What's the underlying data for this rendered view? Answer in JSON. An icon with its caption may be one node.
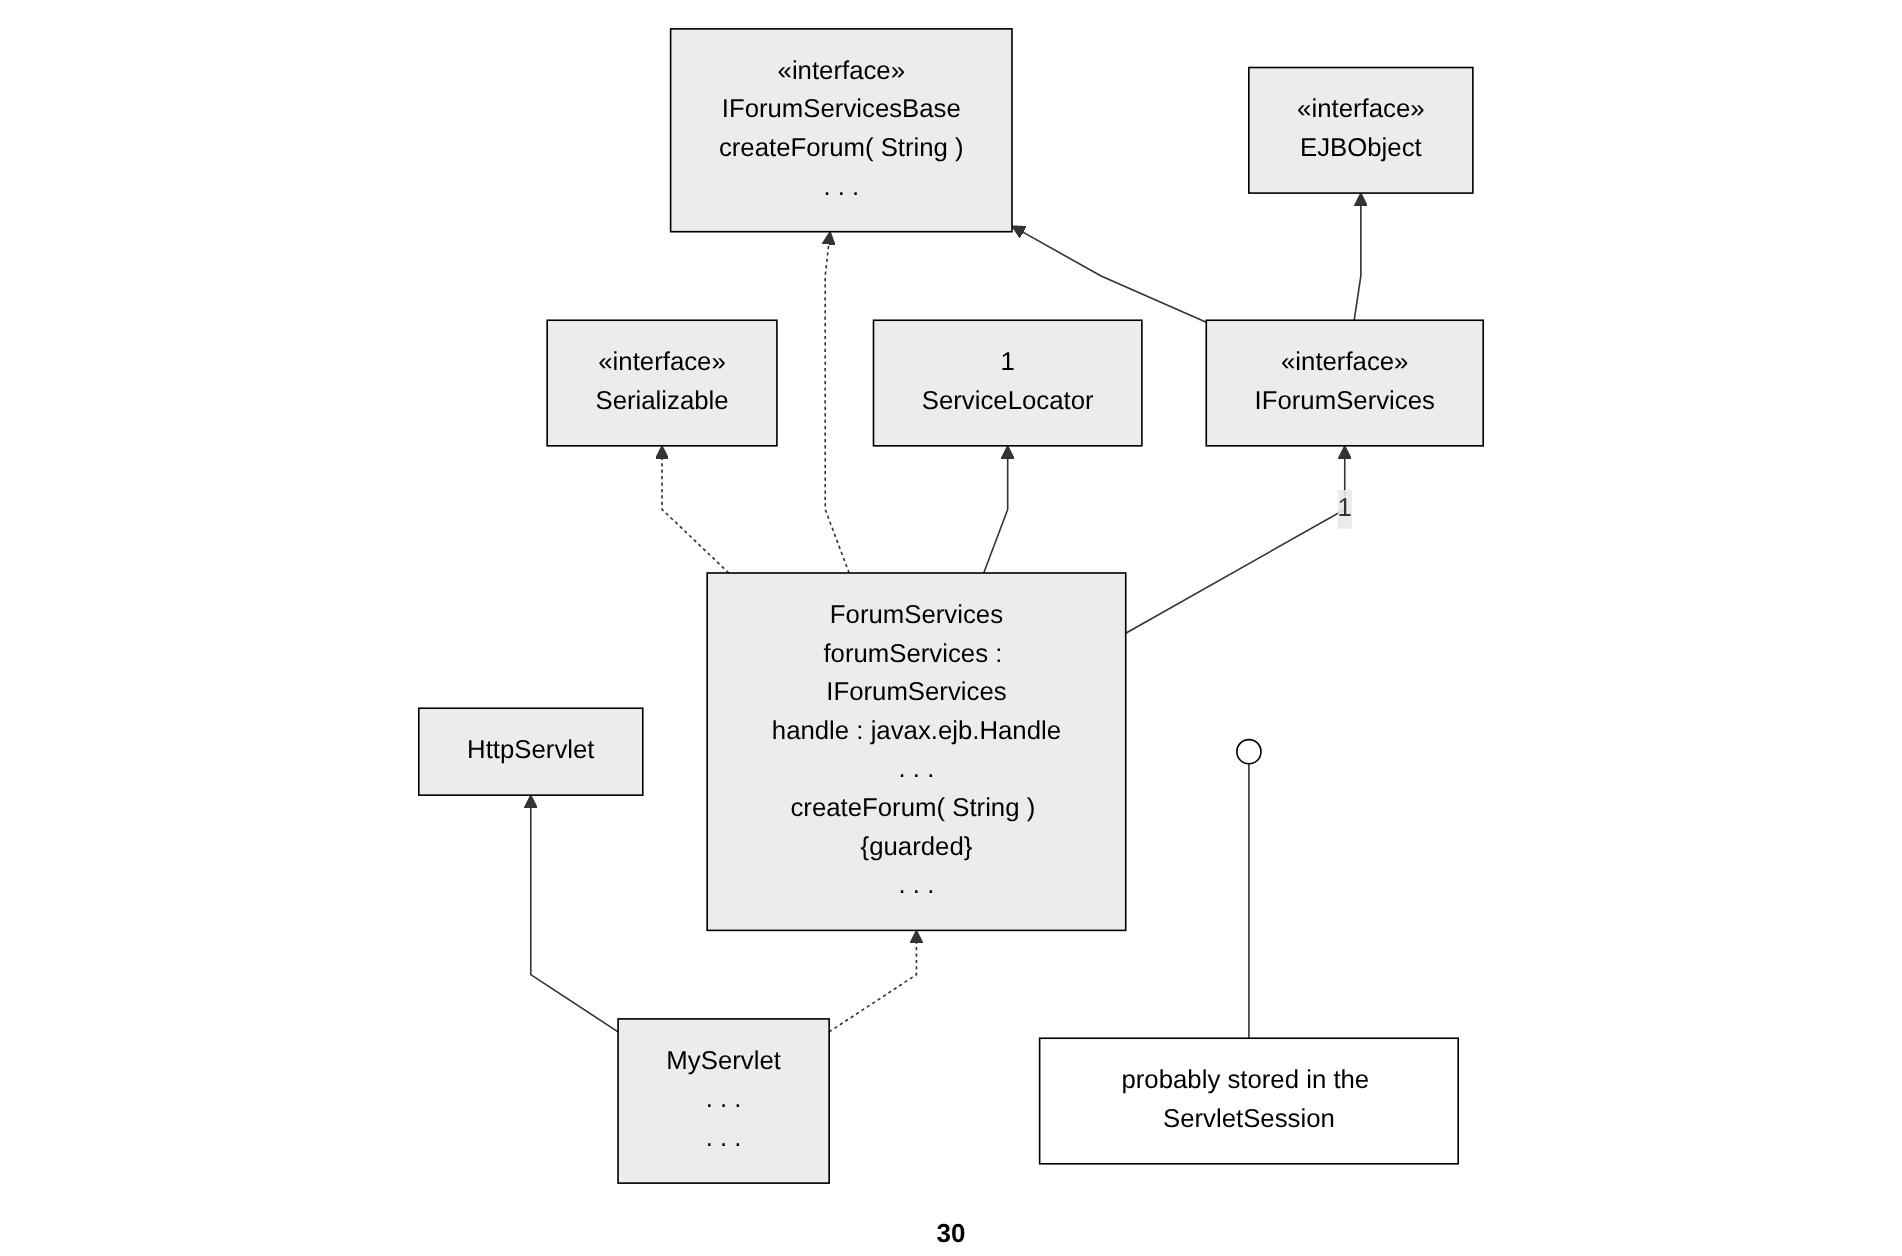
{
  "diagram": {
    "nodes": [
      {
        "text": [
          "HttpServlet"
        ]
      },
      {
        "text": [
          "«interface»",
          "Serializable"
        ]
      },
      {
        "text": [
          "«interface»",
          "IForumServicesBase",
          "createForum( String )",
          ". . ."
        ]
      },
      {
        "text": [
          "«interface»",
          "EJBObject"
        ]
      },
      {
        "text": [
          "MyServlet",
          ". . .",
          ". . ."
        ]
      },
      {
        "text": [
          "ForumServices",
          "forumServices : IForumServices",
          "handle : javax.ejb.Handle",
          ". . .",
          "createForum( String ) {guarded}",
          ". . ."
        ]
      },
      {
        "text": [
          "«interface»",
          "IForumServices"
        ]
      },
      {
        "text": [
          "1",
          "ServiceLocator"
        ]
      },
      {
        "text": [],
        "shape": "circle"
      },
      {
        "text": [
          "probably stored in the ServletSession"
        ]
      }
    ],
    "edges": [
      {
        "from": 4,
        "to": 0,
        "arrow": "to"
      },
      {
        "from": 5,
        "to": 1,
        "arrow": "to",
        "style": "dashed"
      },
      {
        "from": 5,
        "to": 2,
        "arrow": "to",
        "style": "dashed"
      },
      {
        "from": 6,
        "to": 2,
        "arrow": "to"
      },
      {
        "from": 6,
        "to": 3,
        "arrow": "to"
      },
      {
        "from": 4,
        "to": 5,
        "arrow": "to",
        "style": "dashed"
      },
      {
        "from": 5,
        "to": 6,
        "arrow": "to",
        "label": "1"
      },
      {
        "from": 5,
        "to": 7,
        "arrow": "to"
      },
      {
        "from": 9,
        "to": 8,
        "arrow": "none"
      }
    ],
    "labels": [
      "30"
    ]
  }
}
